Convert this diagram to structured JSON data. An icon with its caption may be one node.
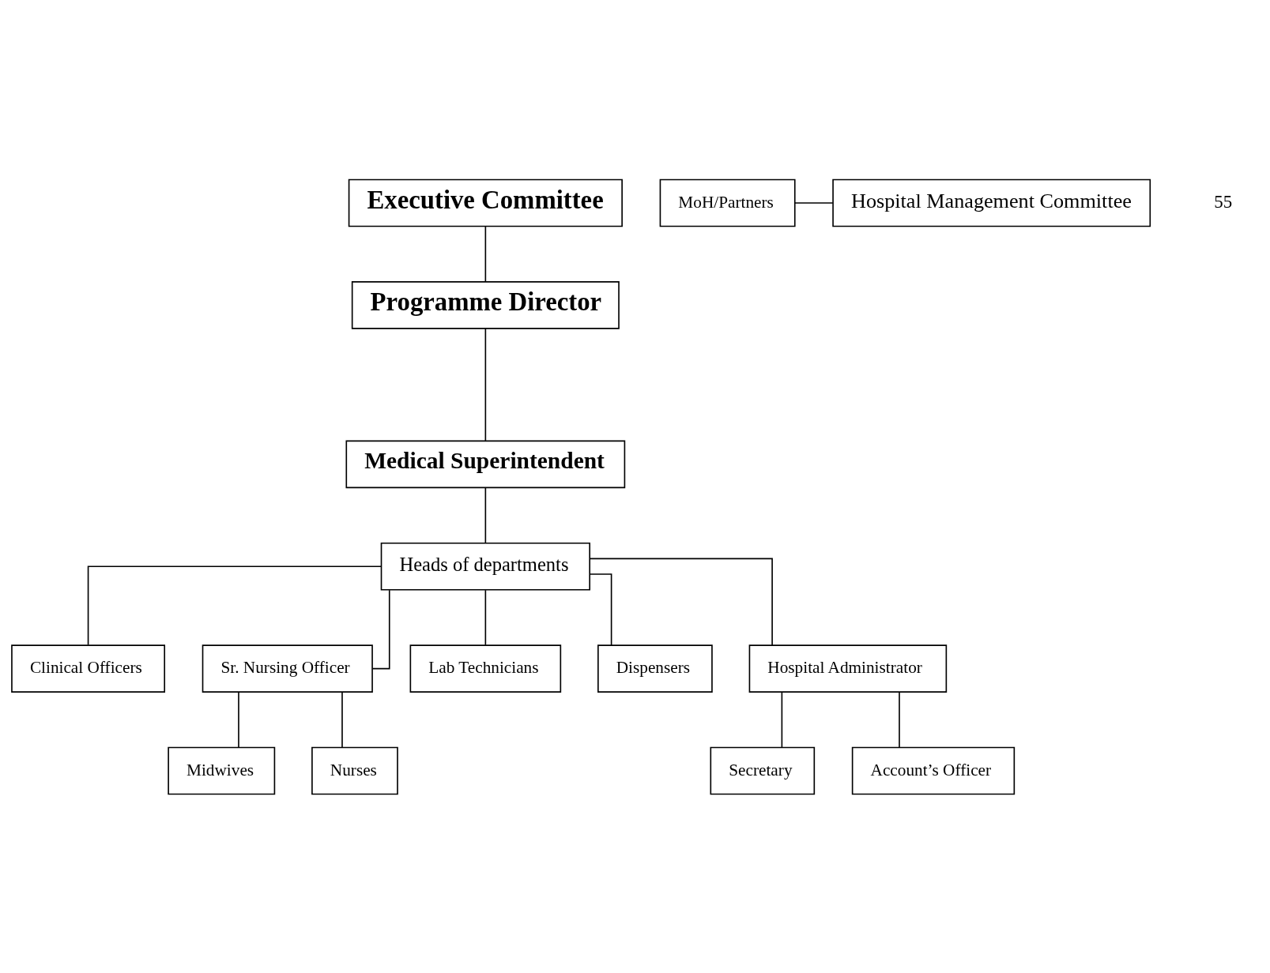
{
  "diagram": {
    "nodes": [
      {
        "text": [
          "Executive Committee"
        ]
      },
      {
        "text": [
          "Programme Director"
        ]
      },
      {
        "text": [
          "MoH/Partners"
        ]
      },
      {
        "text": [
          "Hospital Management Committee"
        ]
      },
      {
        "text": [
          "Medical Superintendent"
        ]
      },
      {
        "text": [
          "Heads of departments"
        ]
      },
      {
        "text": [
          "Clinical Officers"
        ]
      },
      {
        "text": [
          "Sr. Nursing Officer"
        ]
      },
      {
        "text": [
          "Lab Technicians"
        ]
      },
      {
        "text": [
          "Dispensers"
        ]
      },
      {
        "text": [
          "Hospital Administrator"
        ]
      },
      {
        "text": [
          "Midwives"
        ]
      },
      {
        "text": [
          "Nurses"
        ]
      },
      {
        "text": [
          "Secretary"
        ]
      },
      {
        "text": [
          "Account’s Officer"
        ]
      }
    ],
    "edges": [
      {
        "from": 0,
        "to": 1,
        "arrow": "none"
      },
      {
        "from": 1,
        "to": 4,
        "arrow": "none"
      },
      {
        "from": 2,
        "to": 3,
        "arrow": "none"
      },
      {
        "from": 4,
        "to": 5,
        "arrow": "none"
      },
      {
        "from": 5,
        "to": 6,
        "arrow": "none"
      },
      {
        "from": 5,
        "to": 7,
        "arrow": "none"
      },
      {
        "from": 5,
        "to": 8,
        "arrow": "none"
      },
      {
        "from": 5,
        "to": 9,
        "arrow": "none"
      },
      {
        "from": 5,
        "to": 10,
        "arrow": "none"
      },
      {
        "from": 7,
        "to": 11,
        "arrow": "none"
      },
      {
        "from": 7,
        "to": 12,
        "arrow": "none"
      },
      {
        "from": 10,
        "to": 13,
        "arrow": "none"
      },
      {
        "from": 10,
        "to": 14,
        "arrow": "none"
      }
    ],
    "labels": [
      "55"
    ]
  }
}
